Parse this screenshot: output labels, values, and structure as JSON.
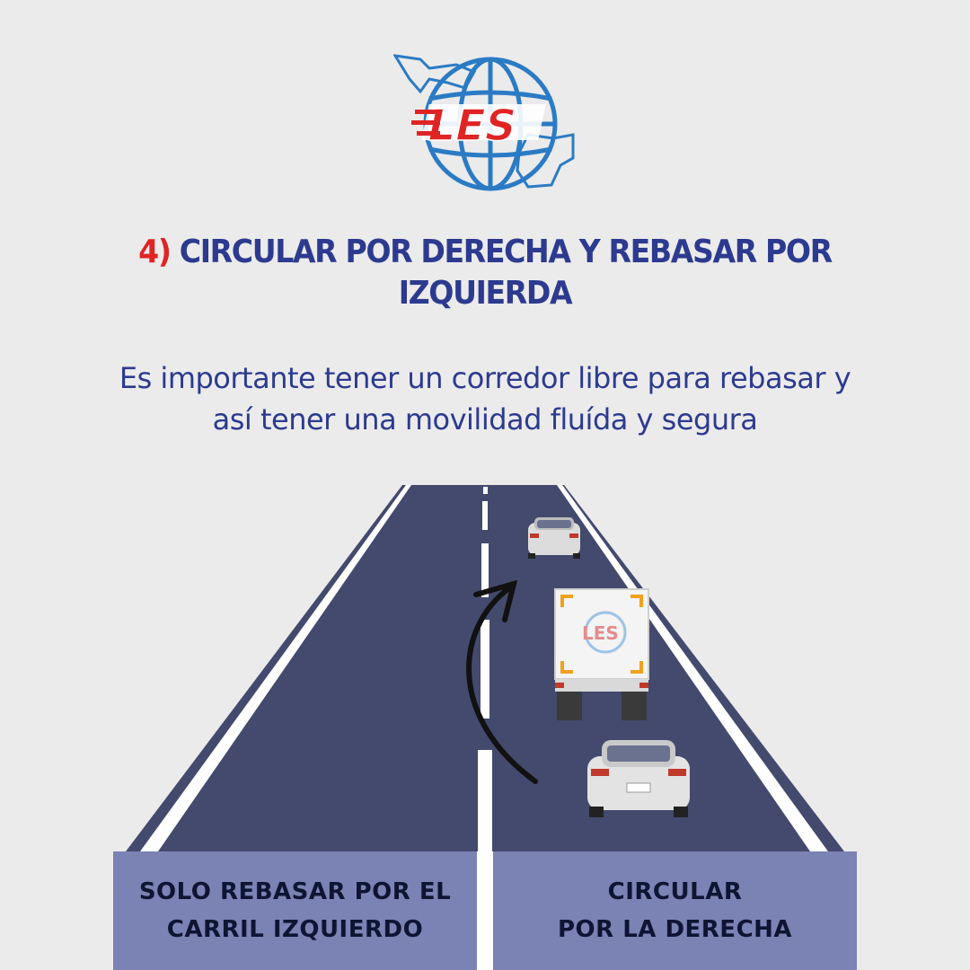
{
  "logo": {
    "text": "LES",
    "icon": "globe-map-logo"
  },
  "heading": {
    "number": "4)",
    "text": "CIRCULAR POR DERECHA Y REBASAR POR IZQUIERDA"
  },
  "description": "Es importante  tener un corredor libre para rebasar y así tener una movilidad fluída y segura",
  "labels": {
    "left": "SOLO REBASAR POR EL\nCARRIL IZQUIERDO",
    "right": "CIRCULAR\nPOR LA DERECHA"
  },
  "colors": {
    "title": "#2c3a8f",
    "accent": "#e02424",
    "road": "#434a6e",
    "label_bg": "#7b82b4",
    "background": "#ebebeb"
  }
}
